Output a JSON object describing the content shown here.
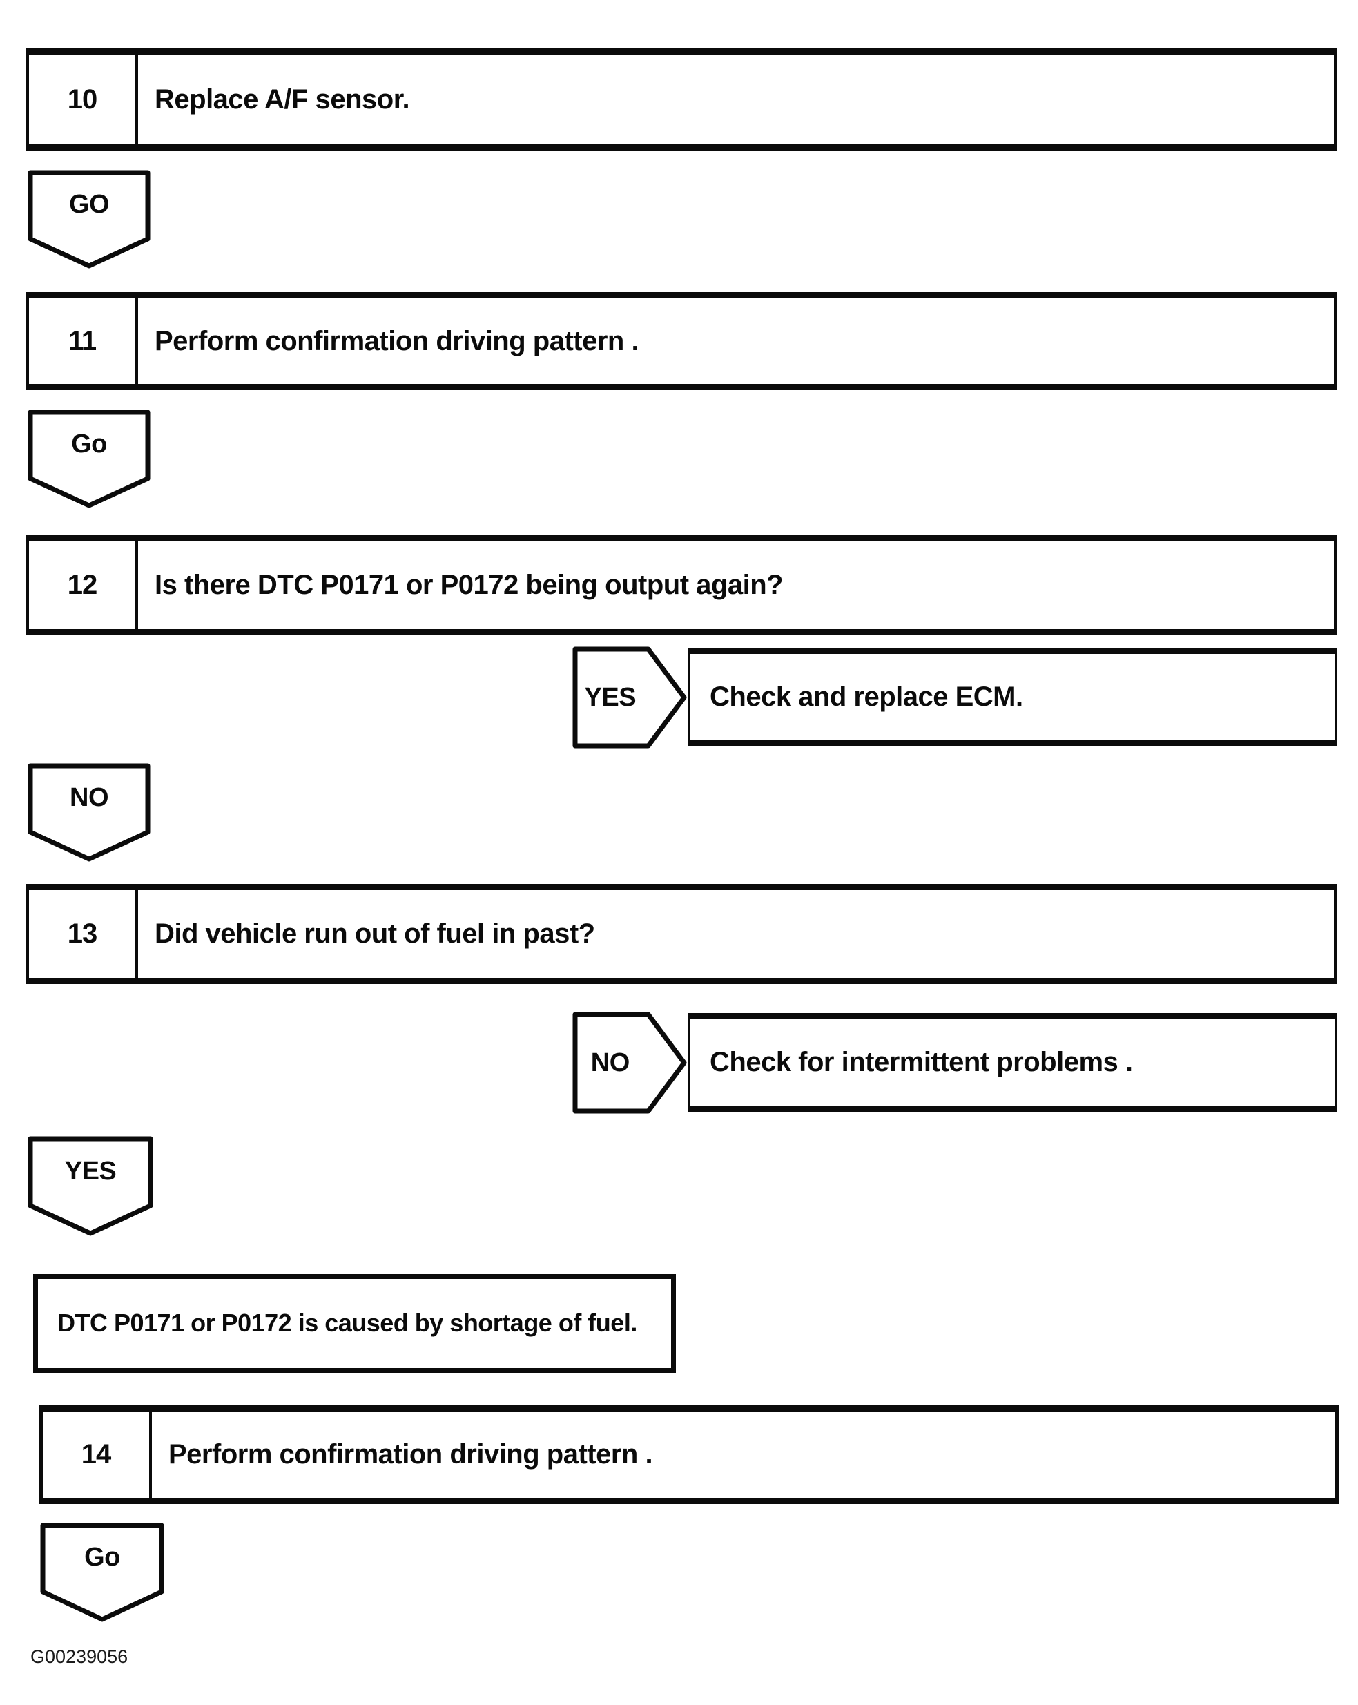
{
  "figure": {
    "code": "G00239056",
    "ink_color": "#0b0b0b",
    "background_color": "#ffffff"
  },
  "steps": {
    "s10": {
      "num": "10",
      "text": "Replace A/F sensor."
    },
    "s11": {
      "num": "11",
      "text": "Perform confirmation driving pattern ."
    },
    "s12": {
      "num": "12",
      "text": "Is there DTC P0171 or P0172 being output again?"
    },
    "s13": {
      "num": "13",
      "text": "Did vehicle run out of fuel in past?"
    },
    "s14": {
      "num": "14",
      "text": "Perform confirmation driving pattern ."
    }
  },
  "connectors": {
    "go1": "GO",
    "go2": "Go",
    "no1": "NO",
    "yes1": "YES",
    "go3": "Go"
  },
  "branches": {
    "yes_ecm": {
      "label": "YES",
      "result": "Check and replace ECM."
    },
    "no_intermittent": {
      "label": "NO",
      "result": "Check for intermittent problems ."
    }
  },
  "conclusion": {
    "text": "DTC P0171 or P0172 is caused by shortage of fuel."
  }
}
